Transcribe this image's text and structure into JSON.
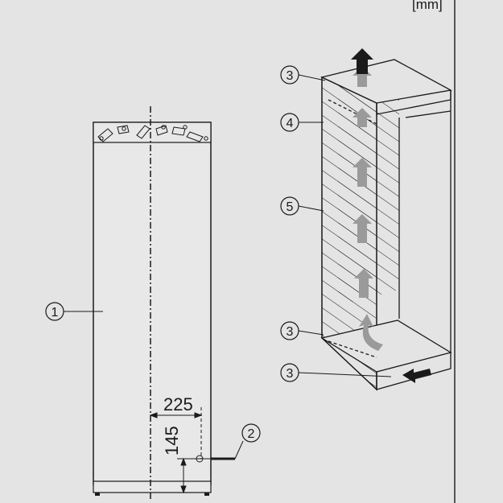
{
  "units": "[mm]",
  "callouts": {
    "c1": "1",
    "c2": "2",
    "c3_top": "3",
    "c3_mid": "3",
    "c3_bottom": "3",
    "c4": "4",
    "c5": "5"
  },
  "dimensions": {
    "horizontal": "225",
    "vertical": "145"
  },
  "colors": {
    "background": "#e4e4e4",
    "appliance_fill": "#e8e8e8",
    "line": "#1a1a1a",
    "arrow_grey": "#9a9a9a",
    "arrow_dark": "#1a1a1a"
  }
}
